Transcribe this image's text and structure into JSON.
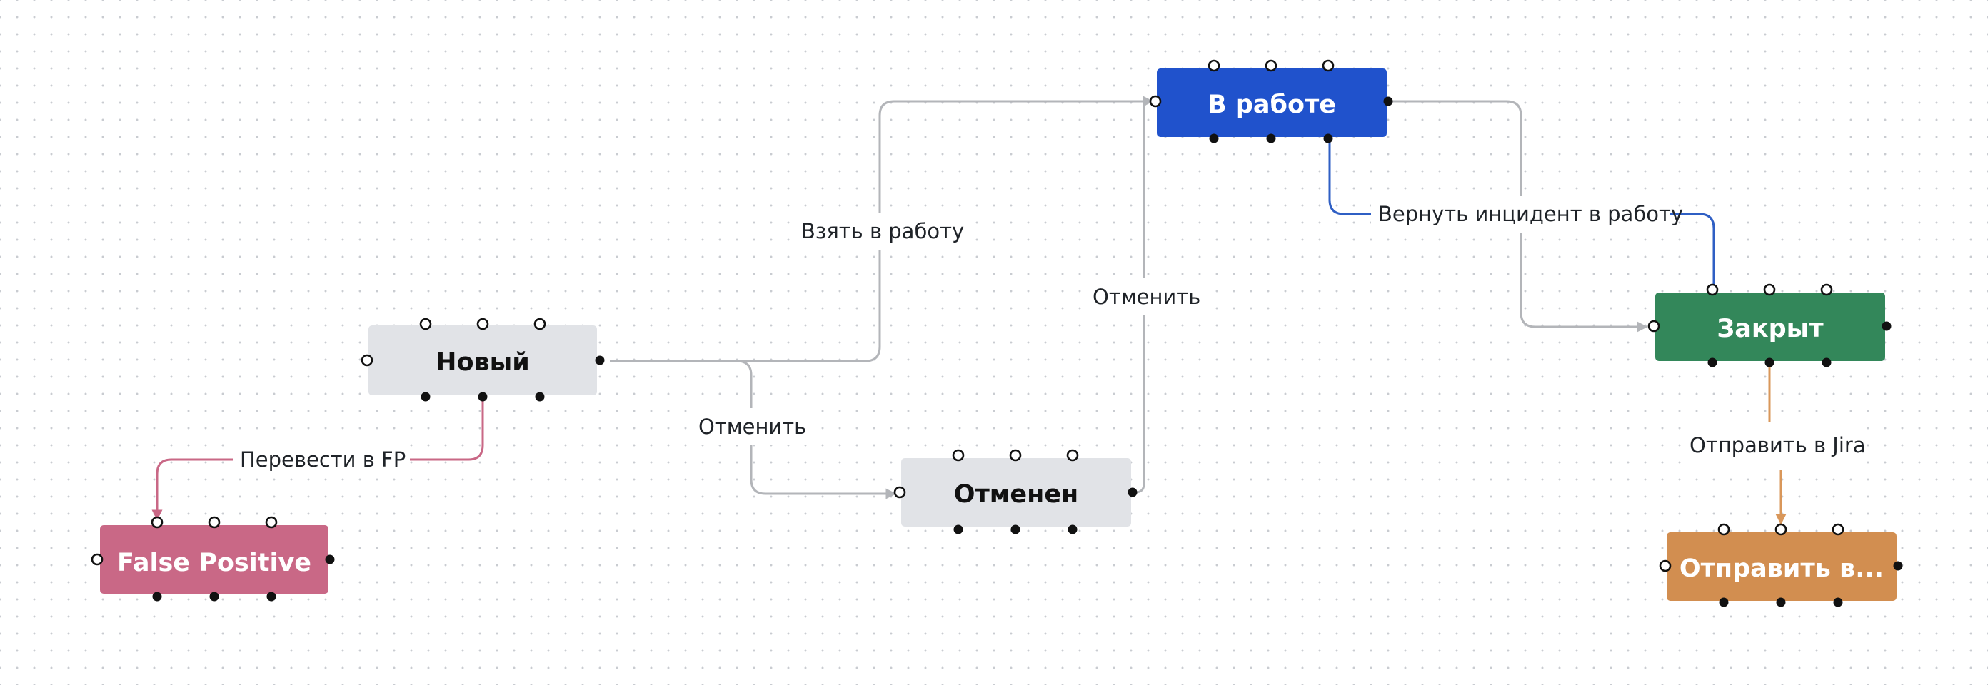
{
  "diagram": {
    "nodes": {
      "new": {
        "label": "Новый",
        "fill": "#e1e3e7",
        "text_color": "#111111"
      },
      "in_work": {
        "label": "В работе",
        "fill": "#2052cc",
        "text_color": "#ffffff"
      },
      "closed": {
        "label": "Закрыт",
        "fill": "#33875a",
        "text_color": "#ffffff"
      },
      "canceled": {
        "label": "Отменен",
        "fill": "#e1e3e7",
        "text_color": "#111111"
      },
      "false_positive": {
        "label": "False Positive",
        "fill": "#c96886",
        "text_color": "#ffffff"
      },
      "send_to": {
        "label": "Отправить в...",
        "fill": "#d28e50",
        "text_color": "#ffffff"
      }
    },
    "edges": {
      "take_to_work": {
        "label": "Взять в работу",
        "color": "#b3b5b9"
      },
      "cancel_new": {
        "label": "Отменить",
        "color": "#b3b5b9"
      },
      "cancel_to_work": {
        "label": "Отменить",
        "color": "#b3b5b9"
      },
      "close": {
        "label": "",
        "color": "#b3b5b9"
      },
      "return_to_work": {
        "label": "Вернуть инцидент в работу",
        "color": "#2f5fc4"
      },
      "to_fp": {
        "label": "Перевести в FP",
        "color": "#c96886"
      },
      "send_jira": {
        "label": "Отправить в Jira",
        "color": "#d9975a"
      }
    }
  }
}
